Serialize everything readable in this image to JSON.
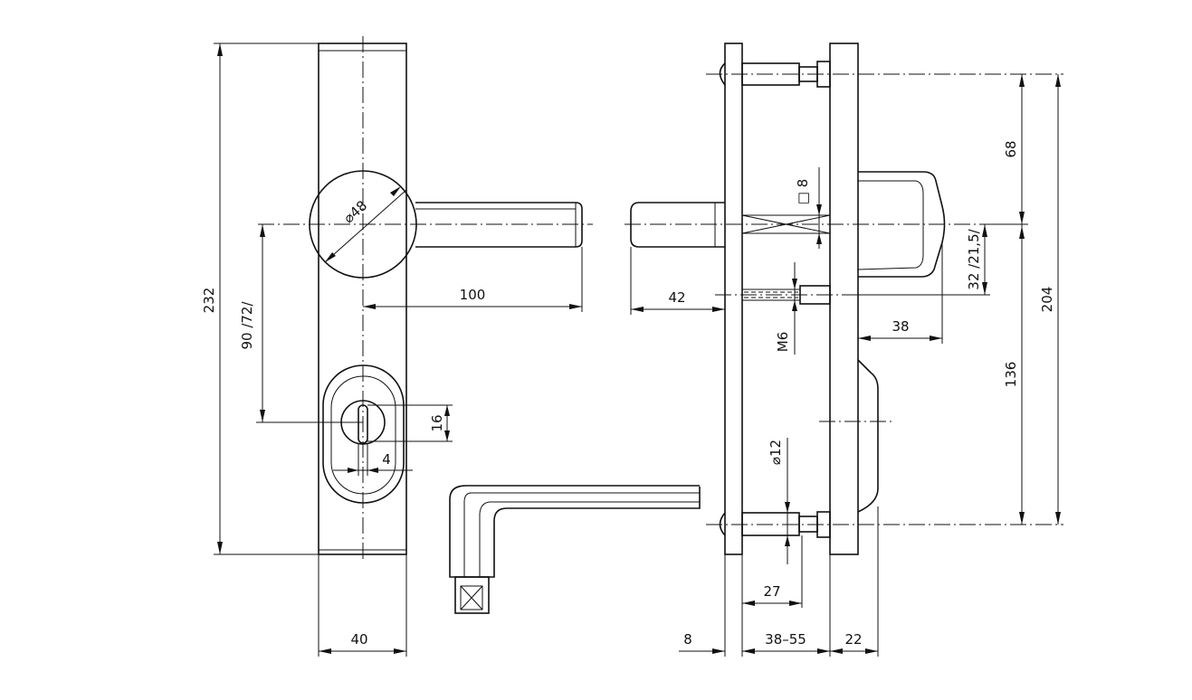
{
  "dimensions": {
    "overall_height": "232",
    "handle_to_key_distance": "90 /72/",
    "rosette_diameter": "⌀48",
    "handle_length": "100",
    "keyhole_height": "16",
    "keyhole_width": "4",
    "plate_width": "40",
    "spindle_projection": "42",
    "square_spindle": "□ 8",
    "screw_thread": "M6",
    "upper_screw_offset": "68",
    "spindle_offset": "32 /21,5/",
    "screw_spacing": "204",
    "lower_screw_offset": "136",
    "knob_depth": "38",
    "bolt_diameter": "⌀12",
    "bolt_length": "27",
    "outer_plate_thickness": "8",
    "door_thickness": "38–55",
    "inner_plate_thickness": "22"
  }
}
